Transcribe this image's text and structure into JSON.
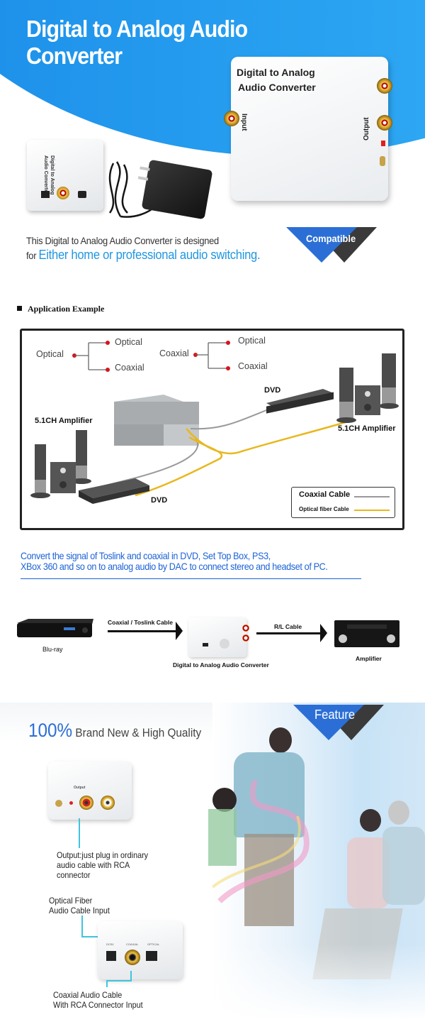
{
  "hero": {
    "title_line1": "Digital to Analog Audio",
    "title_line2": "Converter",
    "device_label_line1": "Digital to Analog",
    "device_label_line2": "Audio Converter",
    "input_label": "Input",
    "output_label": "Output",
    "small_device_label_line1": "Digital to Analog",
    "small_device_label_line2": "Audio Converter"
  },
  "compatible": {
    "badge": "Compatible",
    "line1": "This Digital to Analog Audio Converter is designed",
    "line2_prefix": "for ",
    "line2_highlight": "Either home or professional audio switching."
  },
  "application": {
    "heading": "Application Example",
    "tree1": {
      "source": "Optical",
      "outputs": [
        "Optical",
        "Coaxial"
      ]
    },
    "tree2": {
      "source": "Coaxial",
      "outputs": [
        "Optical",
        "Coaxial"
      ]
    },
    "labels": {
      "amp_left": "5.1CH Amplifier",
      "amp_right": "5.1CH Amplifier",
      "dvd_top": "DVD",
      "dvd_bottom": "DVD"
    },
    "legend": [
      {
        "label": "Coaxial Cable",
        "color": "#9a9a9a"
      },
      {
        "label": "Optical fiber Cable",
        "color": "#e8b81f"
      }
    ]
  },
  "convert": {
    "line1": "Convert the signal of Toslink and coaxial in DVD, Set Top Box, PS3,",
    "line2": "XBox 360 and so on to analog audio by DAC to connect stereo and headset of PC."
  },
  "chain": {
    "source": "Blu-ray",
    "cable1": "Coaxial / Toslink Cable",
    "device": "Digital to Analog Audio Converter",
    "cable2": "R/L Cable",
    "destination": "Amplifier"
  },
  "feature": {
    "badge": "Feature",
    "title_pct": "100%",
    "title_rest": " Brand New & High Quality",
    "output_caption": [
      "Output:just plug in ordinary",
      "audio cable with RCA",
      "connector"
    ],
    "optical_caption": [
      "Optical Fiber",
      "Audio Cable Input"
    ],
    "coaxial_caption": [
      "Coaxial Audio Cable",
      "With RCA Connector Input"
    ],
    "output_panel_label": "Output",
    "input_panel_labels": [
      "DC5V",
      "COAXIAL",
      "OPTICAL"
    ]
  },
  "colors": {
    "hero_blue": "#1b8de8",
    "accent_blue": "#2b6fd6",
    "highlight_blue": "#2196e0",
    "badge_dark": "#3a3a3a",
    "callout_cyan": "#3fc4dd",
    "dot_red": "#d6141d"
  }
}
